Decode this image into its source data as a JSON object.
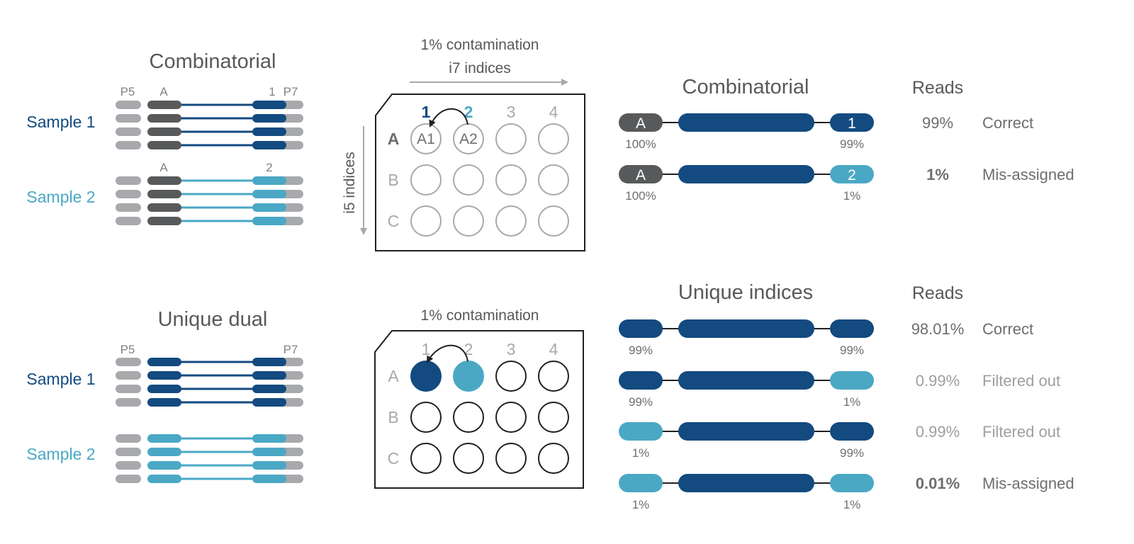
{
  "colors": {
    "dark_blue": "#134a80",
    "light_blue": "#4aa8c5",
    "dark_gray": "#58595b",
    "light_gray": "#a7a9ac",
    "text_gray": "#6d6e71",
    "faint_gray": "#9d9fa2",
    "outline": "#231f20"
  },
  "combinatorial": {
    "title": "Combinatorial",
    "adapter_labels": {
      "p5": "P5",
      "p7": "P7"
    },
    "sample1": {
      "label": "Sample 1",
      "i5_label": "A",
      "i7_label": "1"
    },
    "sample2": {
      "label": "Sample 2",
      "i5_label": "A",
      "i7_label": "2"
    },
    "plate": {
      "contamination_label": "1% contamination",
      "i7_axis_label": "i7 indices",
      "i5_axis_label": "i5 indices",
      "columns": [
        "1",
        "2",
        "3",
        "4"
      ],
      "rows": [
        "A",
        "B",
        "C"
      ],
      "well_labels": [
        "A1",
        "A2"
      ]
    },
    "reads": {
      "title": "Combinatorial",
      "reads_header": "Reads",
      "rows": [
        {
          "left_label": "A",
          "right_label": "1",
          "left_pct": "100%",
          "right_pct": "99%",
          "reads": "99%",
          "status": "Correct",
          "left_color": "dark_gray",
          "right_color": "dark_blue",
          "emphasis": false
        },
        {
          "left_label": "A",
          "right_label": "2",
          "left_pct": "100%",
          "right_pct": "1%",
          "reads": "1%",
          "status": "Mis-assigned",
          "left_color": "dark_gray",
          "right_color": "light_blue",
          "emphasis": true
        }
      ]
    }
  },
  "unique": {
    "title": "Unique dual",
    "adapter_labels": {
      "p5": "P5",
      "p7": "P7"
    },
    "sample1": {
      "label": "Sample 1"
    },
    "sample2": {
      "label": "Sample 2"
    },
    "plate": {
      "contamination_label": "1% contamination",
      "columns": [
        "1",
        "2",
        "3",
        "4"
      ],
      "rows": [
        "A",
        "B",
        "C"
      ]
    },
    "reads": {
      "title": "Unique indices",
      "reads_header": "Reads",
      "rows": [
        {
          "left_pct": "99%",
          "right_pct": "99%",
          "reads": "98.01%",
          "status": "Correct",
          "left_color": "dark_blue",
          "right_color": "dark_blue",
          "style": "dark"
        },
        {
          "left_pct": "99%",
          "right_pct": "1%",
          "reads": "0.99%",
          "status": "Filtered out",
          "left_color": "dark_blue",
          "right_color": "light_blue",
          "style": "faint"
        },
        {
          "left_pct": "1%",
          "right_pct": "99%",
          "reads": "0.99%",
          "status": "Filtered out",
          "left_color": "light_blue",
          "right_color": "dark_blue",
          "style": "faint"
        },
        {
          "left_pct": "1%",
          "right_pct": "1%",
          "reads": "0.01%",
          "status": "Mis-assigned",
          "left_color": "light_blue",
          "right_color": "light_blue",
          "style": "bold"
        }
      ]
    }
  }
}
